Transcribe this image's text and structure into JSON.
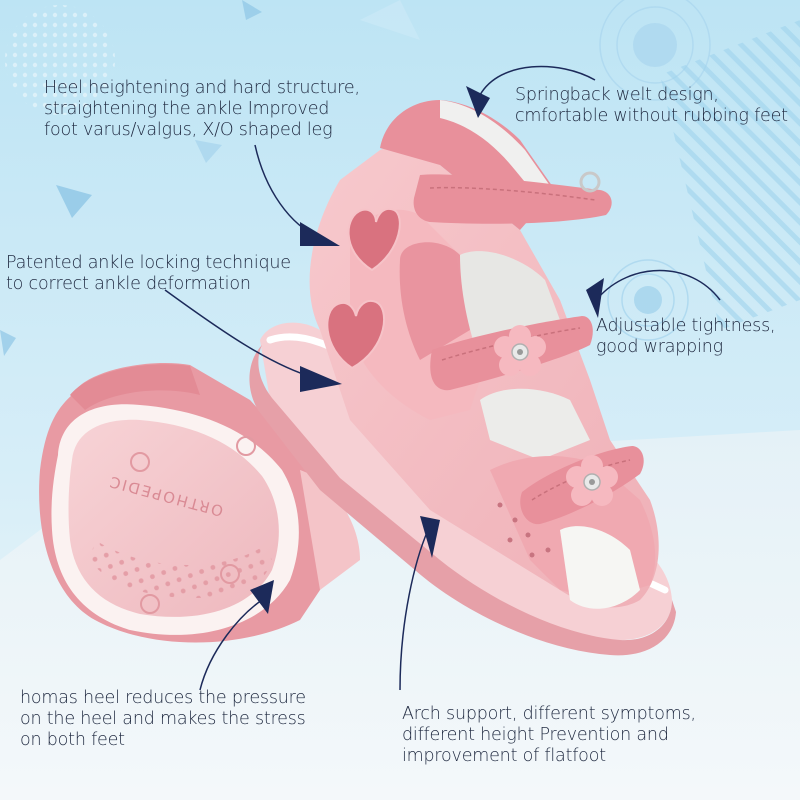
{
  "callouts": {
    "heel": {
      "lines": [
        "Heel heightening and hard structure,",
        "straightening the ankle Improved",
        "foot varus/valgus, X/O shaped leg"
      ]
    },
    "springback": {
      "lines": [
        "Springback welt design,",
        "cmfortable without rubbing feet"
      ]
    },
    "ankle": {
      "lines": [
        "Patented ankle locking technique",
        "to correct ankle deformation"
      ]
    },
    "tightness": {
      "lines": [
        "Adjustable tightness,",
        "good wrapping"
      ]
    },
    "thomas": {
      "lines": [
        "homas heel reduces the pressure",
        "on the heel and makes the stress",
        "on both feet"
      ]
    },
    "arch": {
      "lines": [
        "Arch support, different symptoms,",
        "different height Prevention and",
        "improvement of flatfoot"
      ]
    }
  },
  "sole_text": "ORTHOPEDIC",
  "colors": {
    "background_top": "#bfe6f5",
    "background_bottom": "#eef6fa",
    "shoe_pink": "#e8909b",
    "shoe_light_pink": "#f5c3c8",
    "sole_white": "#fbf5f3",
    "arrow_navy": "#1c2a5a"
  }
}
